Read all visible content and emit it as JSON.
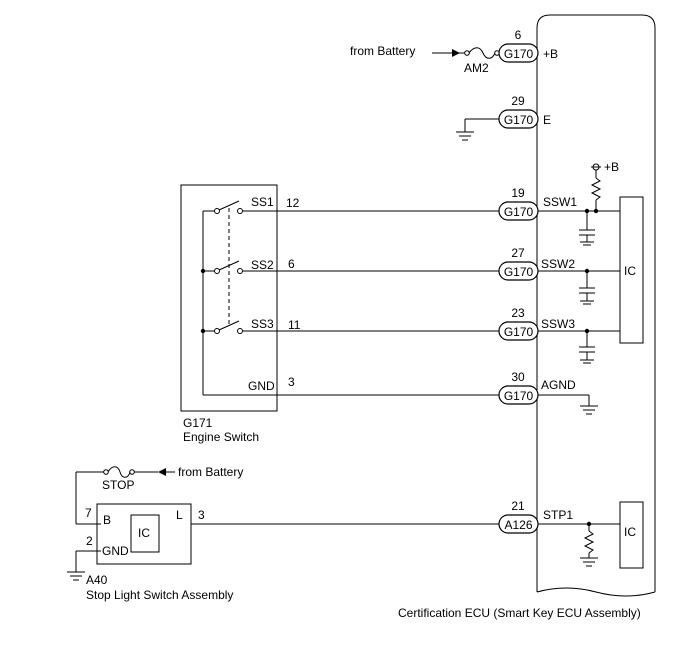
{
  "battery_top": "from Battery",
  "battery_bottom": "from Battery",
  "fuse_am2": "AM2",
  "fuse_stop": "STOP",
  "ecu": {
    "label": "Certification ECU (Smart Key ECU Assembly)",
    "ic_label": "IC",
    "ic2_label": "IC",
    "pullup_label": "+B"
  },
  "terminals": [
    {
      "pin": "6",
      "connector": "G170",
      "name": "+B"
    },
    {
      "pin": "29",
      "connector": "G170",
      "name": "E"
    },
    {
      "pin": "19",
      "connector": "G170",
      "name": "SSW1"
    },
    {
      "pin": "27",
      "connector": "G170",
      "name": "SSW2"
    },
    {
      "pin": "23",
      "connector": "G170",
      "name": "SSW3"
    },
    {
      "pin": "30",
      "connector": "G170",
      "name": "AGND"
    },
    {
      "pin": "21",
      "connector": "A126",
      "name": "STP1"
    }
  ],
  "engine_switch": {
    "code": "G171",
    "name": "Engine Switch",
    "terminals": [
      {
        "label": "SS1",
        "pin": "12"
      },
      {
        "label": "SS2",
        "pin": "6"
      },
      {
        "label": "SS3",
        "pin": "11"
      },
      {
        "label": "GND",
        "pin": "3"
      }
    ]
  },
  "stop_light_switch": {
    "code": "A40",
    "name": "Stop Light Switch Assembly",
    "ic_label": "IC",
    "terminals": [
      {
        "label": "B",
        "pin": "7"
      },
      {
        "label": "GND",
        "pin": "2"
      },
      {
        "label": "L",
        "pin": "3"
      }
    ]
  }
}
